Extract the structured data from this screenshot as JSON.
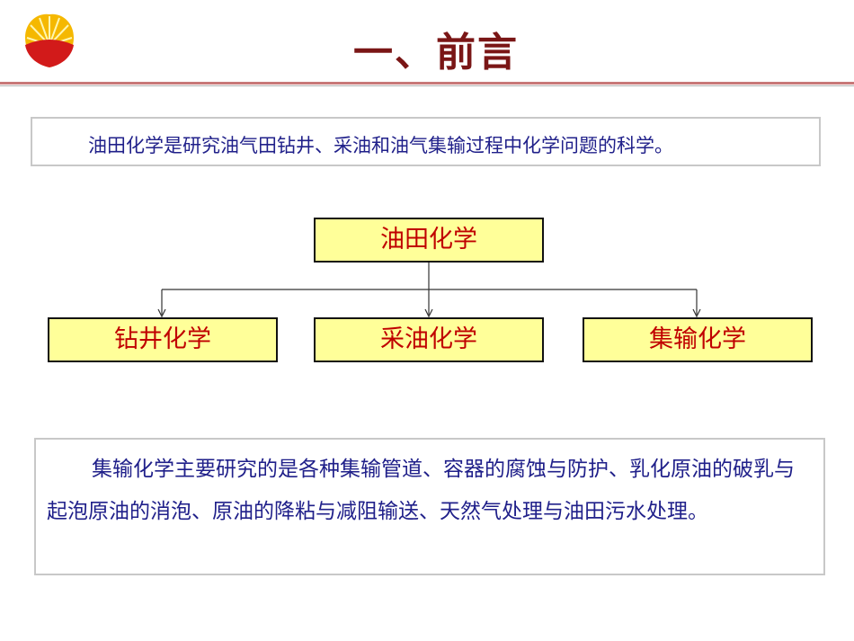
{
  "title": "一、前言",
  "definition": "油田化学是研究油气田钻井、采油和油气集输过程中化学问题的科学。",
  "diagram": {
    "root": "油田化学",
    "children": [
      "钻井化学",
      "采油化学",
      "集输化学"
    ]
  },
  "description": "集输化学主要研究的是各种集输管道、容器的腐蚀与防护、乳化原油的破乳与起泡原油的消泡、原油的降粘与减阻输送、天然气处理与油田污水处理。",
  "colors": {
    "title": "#7a1616",
    "body_text": "#20208a",
    "node_fill": "#ffff99",
    "node_text": "#c00000"
  }
}
